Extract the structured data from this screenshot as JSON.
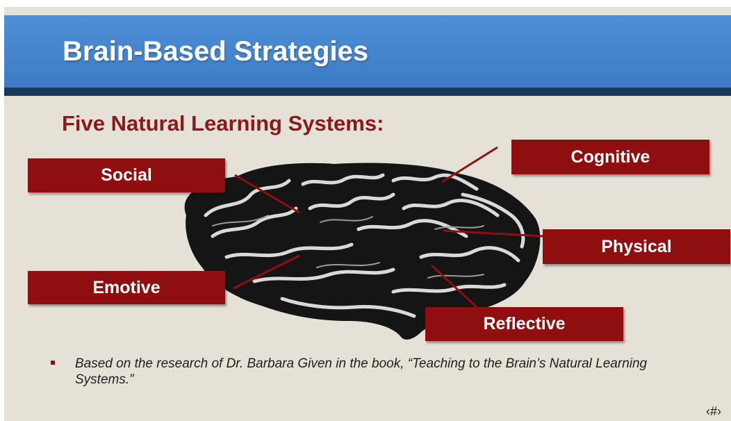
{
  "slide": {
    "title": "Brain-Based Strategies",
    "subtitle": "Five Natural Learning Systems:",
    "labels": {
      "social": "Social",
      "cognitive": "Cognitive",
      "physical": "Physical",
      "emotive": "Emotive",
      "reflective": "Reflective"
    },
    "bullet": "Based on the research of Dr. Barbara Given in the book, “Teaching to the Brain’s Natural Learning Systems.”",
    "page_number": "‹#›"
  },
  "colors": {
    "background": "#e6e1d7",
    "title_bar": "#3b7cc6",
    "title_stripe": "#173a5c",
    "accent_red": "#8f0f10",
    "subtitle_red": "#8a1a1a"
  }
}
